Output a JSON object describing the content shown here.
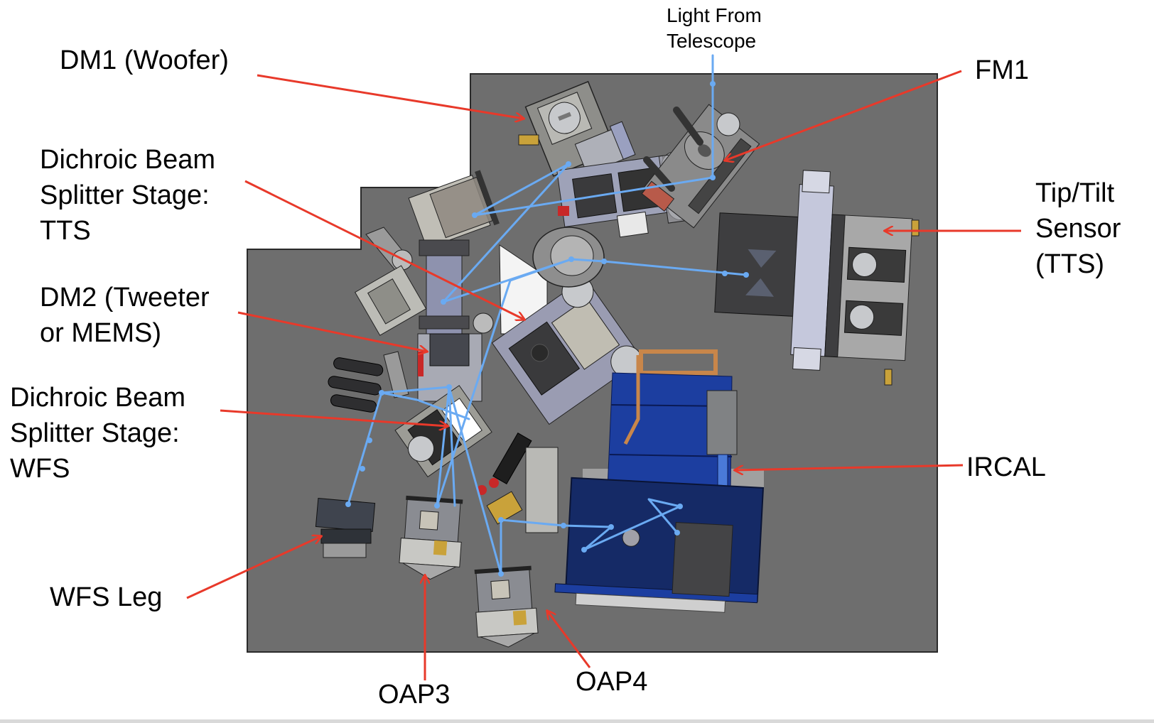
{
  "figure": {
    "title": "Optical bench layout with labeled components and beam path",
    "colors": {
      "bench": "#6e6e6e",
      "bench_border": "#2a2a2a",
      "beam": "#6aaaf2",
      "arrow": "#e8392a",
      "ircal_blue": "#1c3ea0",
      "ircal_dark": "#152a66",
      "copper": "#c8864a",
      "brass": "#c9a23a",
      "mount_light": "#c8c8c8",
      "mount_mid": "#9a9aa6",
      "mount_dark": "#3a3a3c",
      "lavender": "#b8bcd6"
    }
  },
  "labels": {
    "light_from_telescope": [
      "Light From",
      "Telescope"
    ],
    "dm1": [
      "DM1 (Woofer)"
    ],
    "fm1": [
      "FM1"
    ],
    "dichroic_tts": [
      "Dichroic Beam",
      "Splitter Stage:",
      "TTS"
    ],
    "tip_tilt_sensor": [
      "Tip/Tilt",
      "Sensor",
      "(TTS)"
    ],
    "dm2": [
      "DM2 (Tweeter",
      "or MEMS)"
    ],
    "dichroic_wfs": [
      "Dichroic Beam",
      "Splitter Stage:",
      "WFS"
    ],
    "ircal": [
      "IRCAL"
    ],
    "wfs_leg": [
      "WFS Leg"
    ],
    "oap3": [
      "OAP3"
    ],
    "oap4": [
      "OAP4"
    ]
  }
}
